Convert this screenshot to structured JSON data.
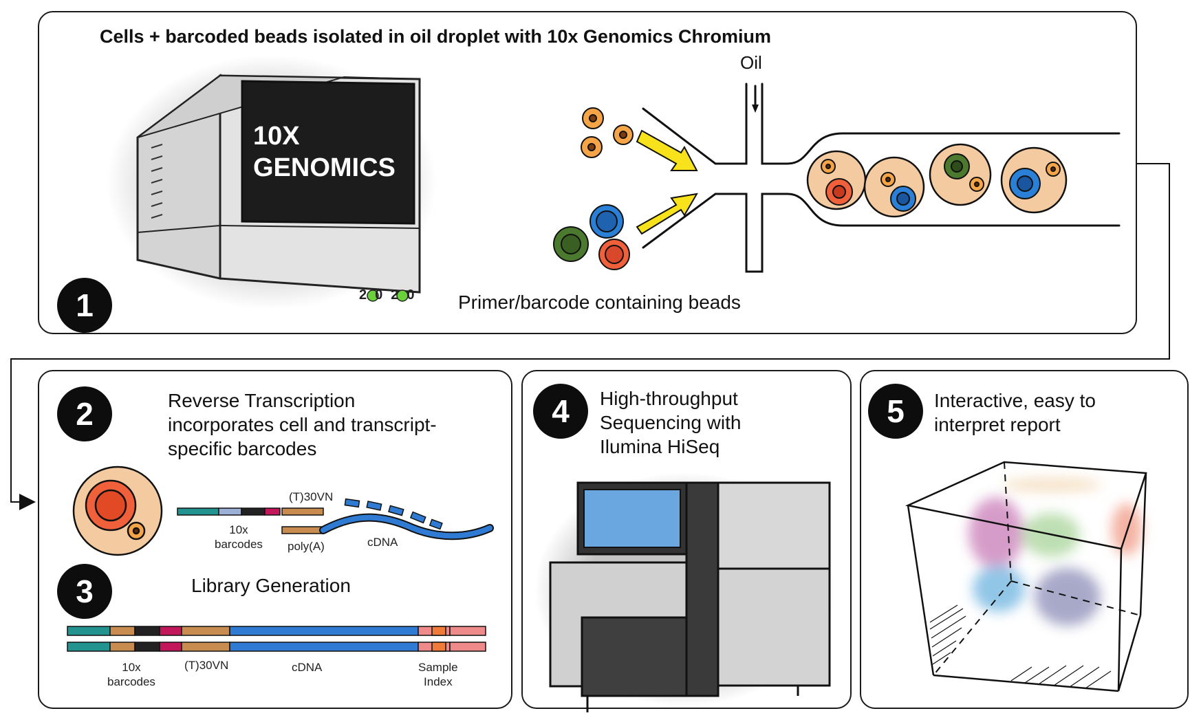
{
  "panel1": {
    "title": "Cells + barcoded beads isolated in oil droplet with 10x Genomics Chromium",
    "step": "1",
    "screen_brand": "10X\nGENOMICS",
    "oil_label": "Oil",
    "caption": "Primer/barcode containing beads",
    "badge": "2020"
  },
  "panel2": {
    "step": "2",
    "title": "Reverse Transcription\nincorporates cell and transcript-\nspecific barcodes",
    "label_barcodes": "10x\nbarcodes",
    "label_t30vn": "(T)30VN",
    "label_polya": "poly(A)",
    "label_cdna": "cDNA"
  },
  "panel3": {
    "step": "3",
    "title": "Library Generation",
    "label_barcodes": "10x\nbarcodes",
    "label_t30vn": "(T)30VN",
    "label_cdna": "cDNA",
    "label_index": "Sample\nIndex"
  },
  "panel4": {
    "step": "4",
    "title": "High-throughput\nSequencing with\nIlumina HiSeq"
  },
  "panel5": {
    "step": "5",
    "title": "Interactive, easy to\ninterpret report"
  },
  "colors": {
    "cell_orange": "#f5a547",
    "cell_blue": "#2a7fd6",
    "cell_green": "#4b7a2e",
    "cell_red": "#f0603a",
    "droplet": "#f4caa0",
    "arrow_yellow": "#f7e21b",
    "cdna_blue": "#2f7bd3",
    "teal": "#23938f",
    "magenta": "#c2185b",
    "tan": "#c98c50",
    "pink": "#ef8a8a"
  }
}
